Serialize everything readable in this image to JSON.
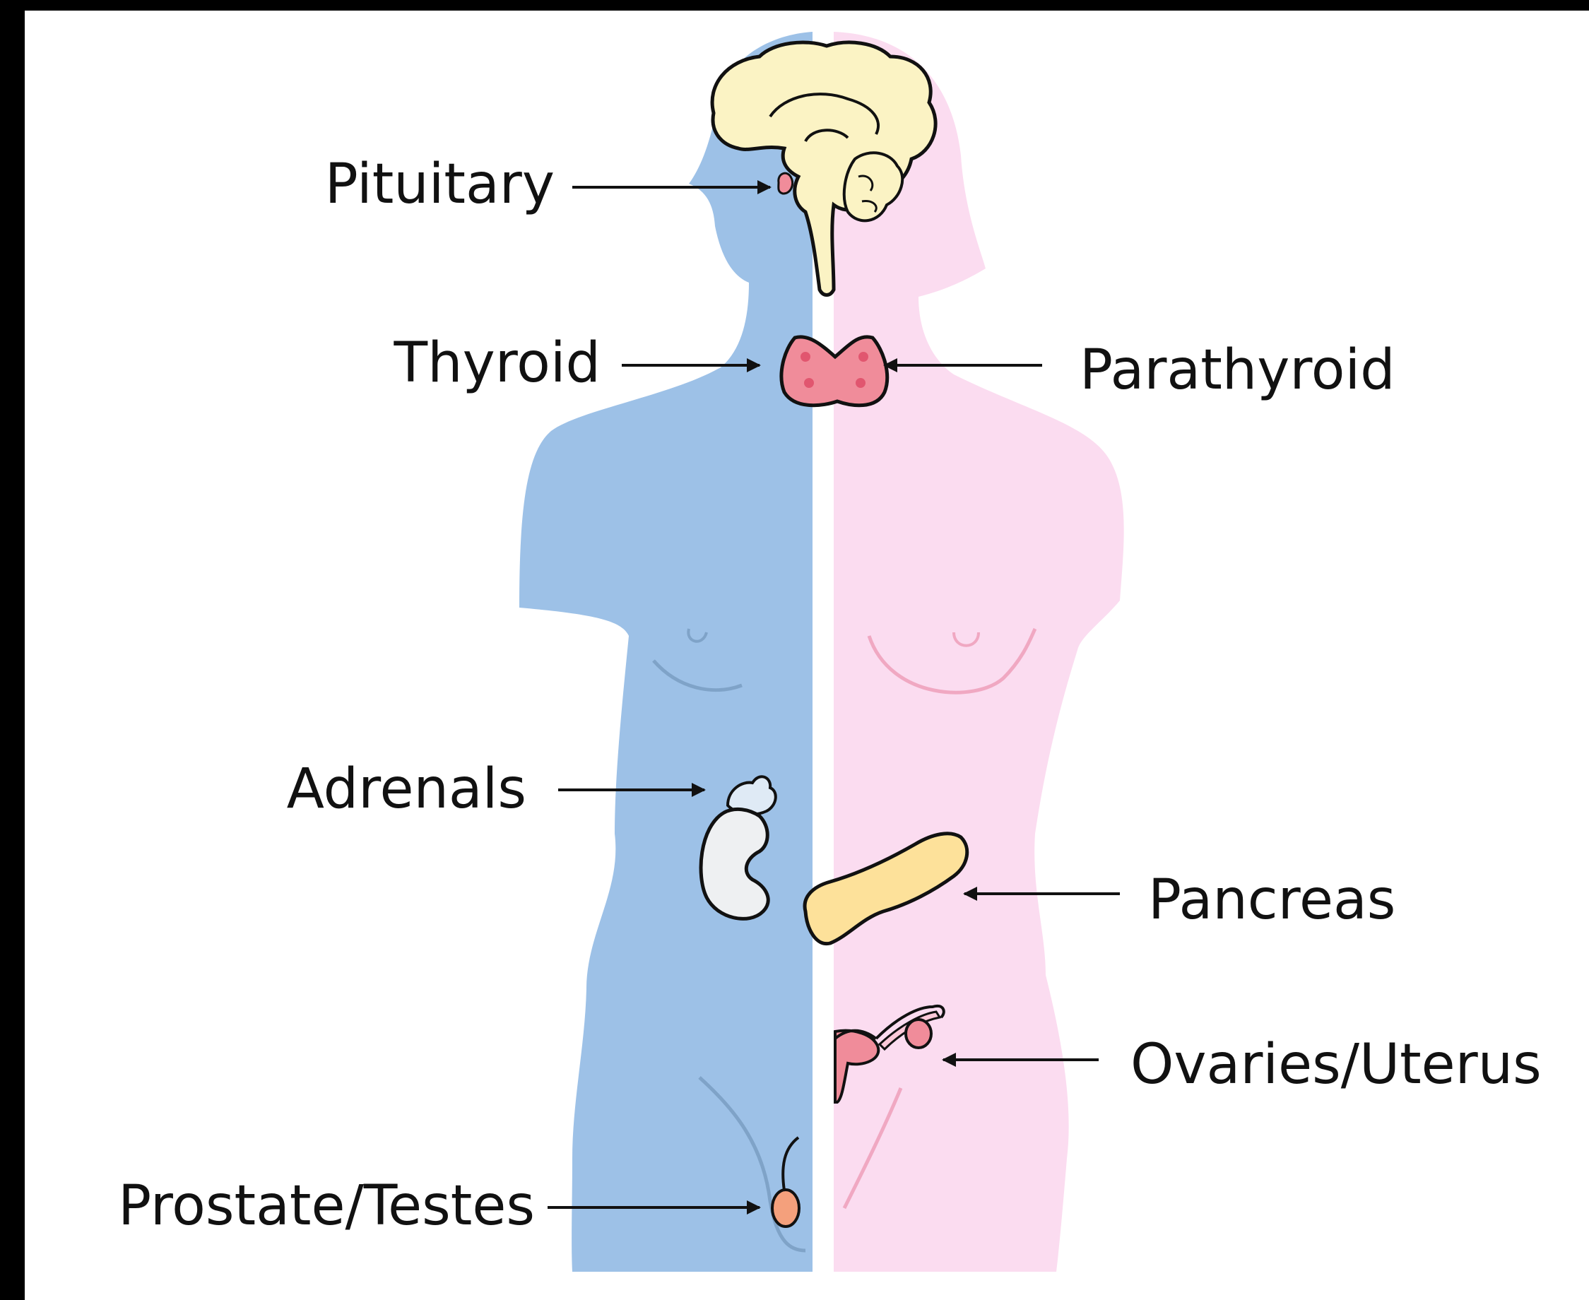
{
  "labels": {
    "pituitary": "Pituitary",
    "thyroid": "Thyroid",
    "parathyroid": "Parathyroid",
    "adrenals": "Adrenals",
    "pancreas": "Pancreas",
    "ovaries_uterus": "Ovaries/Uterus",
    "prostate_testes": "Prostate/Testes"
  },
  "colors": {
    "male_side": "#9dc1e7",
    "female_side": "#fbdcf0",
    "brain": "#fbf3c4",
    "gland_pink": "#f08c9a",
    "pancreas": "#fde19a",
    "kidney": "#eef0f2",
    "gonad": "#f4a07c",
    "arrow": "#111111"
  }
}
